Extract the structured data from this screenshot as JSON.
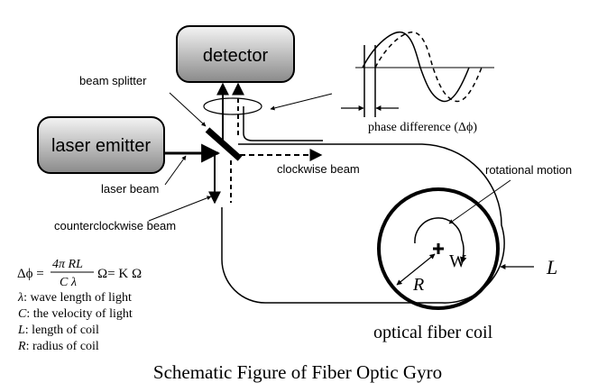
{
  "caption": "Schematic Figure of Fiber Optic Gyro",
  "boxes": {
    "detector": "detector",
    "laser_emitter": "laser emitter"
  },
  "labels": {
    "beam_splitter": "beam splitter",
    "laser_beam": "laser beam",
    "counterclockwise_beam": "counterclockwise beam",
    "clockwise_beam": "clockwise beam",
    "rotational_motion": "rotational motion",
    "optical_fiber_coil": "optical fiber coil",
    "phase_difference": "phase difference (Δϕ)"
  },
  "coil_symbols": {
    "radius": "R",
    "omega": "W",
    "length": "L"
  },
  "formula": {
    "lhs": "Δϕ =",
    "numerator": "4π RL",
    "denominator": "C λ",
    "rhs": "Ω= K Ω"
  },
  "legend": [
    {
      "symbol": "λ",
      "text": ": wave length of light"
    },
    {
      "symbol": "C",
      "text": ": the velocity of light"
    },
    {
      "symbol": "L",
      "text": ": length of coil"
    },
    {
      "symbol": "R",
      "text": ": radius of coil"
    }
  ],
  "colors": {
    "box_fill_light": "#f2f2f2",
    "box_fill_dark": "#8a8a8a",
    "ink": "#000000"
  }
}
